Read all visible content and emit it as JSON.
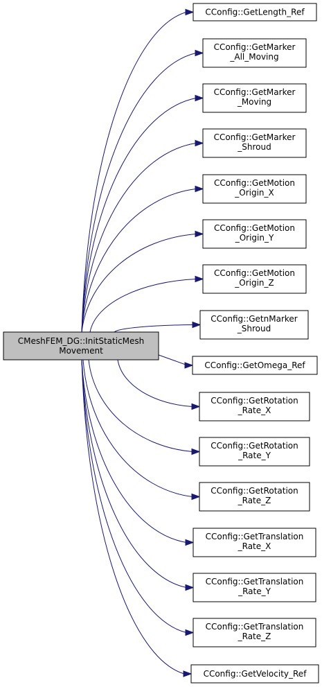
{
  "colors": {
    "edge": "#191970",
    "root_fill": "#bfbfbf",
    "node_fill": "#ffffff",
    "border": "#000000"
  },
  "root": {
    "lines": [
      "CMeshFEM_DG::InitStaticMesh",
      "Movement"
    ]
  },
  "callees": [
    {
      "lines": [
        "CConfig::GetLength_Ref"
      ]
    },
    {
      "lines": [
        "CConfig::GetMarker",
        "_All_Moving"
      ]
    },
    {
      "lines": [
        "CConfig::GetMarker",
        "_Moving"
      ]
    },
    {
      "lines": [
        "CConfig::GetMarker",
        "_Shroud"
      ]
    },
    {
      "lines": [
        "CConfig::GetMotion",
        "_Origin_X"
      ]
    },
    {
      "lines": [
        "CConfig::GetMotion",
        "_Origin_Y"
      ]
    },
    {
      "lines": [
        "CConfig::GetMotion",
        "_Origin_Z"
      ]
    },
    {
      "lines": [
        "CConfig::GetnMarker",
        "_Shroud"
      ]
    },
    {
      "lines": [
        "CConfig::GetOmega_Ref"
      ]
    },
    {
      "lines": [
        "CConfig::GetRotation",
        "_Rate_X"
      ]
    },
    {
      "lines": [
        "CConfig::GetRotation",
        "_Rate_Y"
      ]
    },
    {
      "lines": [
        "CConfig::GetRotation",
        "_Rate_Z"
      ]
    },
    {
      "lines": [
        "CConfig::GetTranslation",
        "_Rate_X"
      ]
    },
    {
      "lines": [
        "CConfig::GetTranslation",
        "_Rate_Y"
      ]
    },
    {
      "lines": [
        "CConfig::GetTranslation",
        "_Rate_Z"
      ]
    },
    {
      "lines": [
        "CConfig::GetVelocity_Ref"
      ]
    }
  ]
}
